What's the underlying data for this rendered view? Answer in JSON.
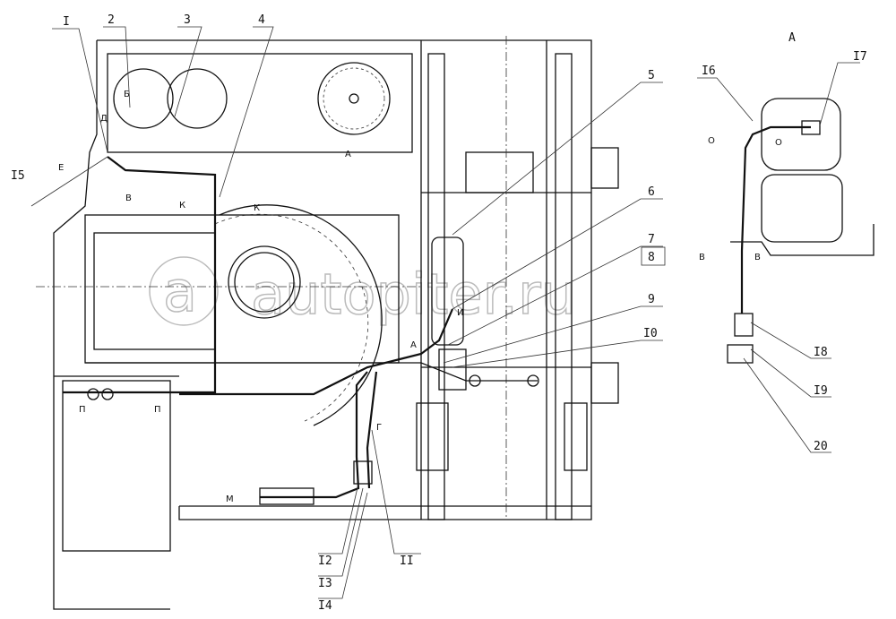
{
  "drawing": {
    "callouts": [
      "I",
      "2",
      "3",
      "4",
      "5",
      "6",
      "7",
      "8",
      "9",
      "I0",
      "II",
      "I2",
      "I3",
      "I4",
      "I5",
      "I6",
      "I7",
      "I8",
      "I9",
      "20"
    ],
    "view_label": "A",
    "section_marks": [
      "Д",
      "Б",
      "Е",
      "В",
      "К",
      "A",
      "И",
      "Г",
      "П",
      "М",
      "O"
    ],
    "watermark": "autopiter.ru"
  }
}
